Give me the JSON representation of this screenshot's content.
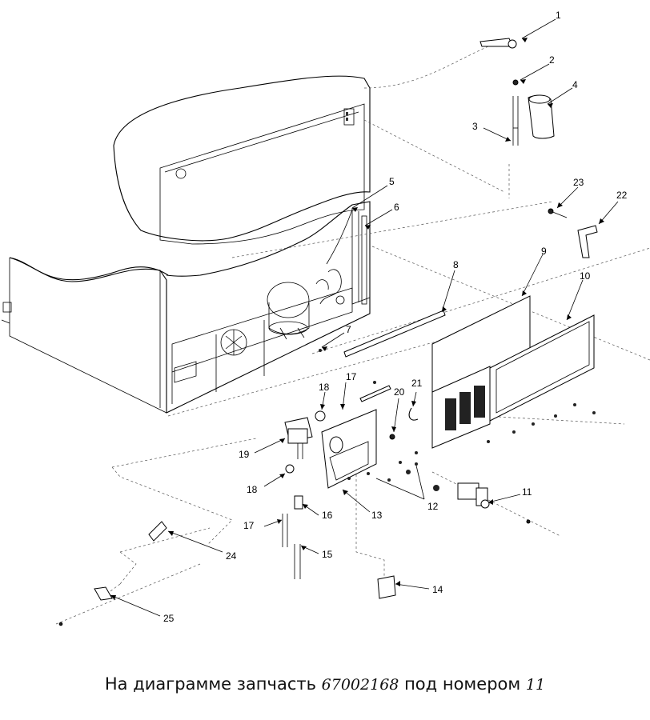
{
  "diagram": {
    "callouts": [
      {
        "id": "c1",
        "label": "1"
      },
      {
        "id": "c2",
        "label": "2"
      },
      {
        "id": "c3",
        "label": "3"
      },
      {
        "id": "c4",
        "label": "4"
      },
      {
        "id": "c5",
        "label": "5"
      },
      {
        "id": "c6",
        "label": "6"
      },
      {
        "id": "c7",
        "label": "7"
      },
      {
        "id": "c8",
        "label": "8"
      },
      {
        "id": "c9",
        "label": "9"
      },
      {
        "id": "c10",
        "label": "10"
      },
      {
        "id": "c11",
        "label": "11"
      },
      {
        "id": "c12",
        "label": "12"
      },
      {
        "id": "c13",
        "label": "13"
      },
      {
        "id": "c14",
        "label": "14"
      },
      {
        "id": "c15",
        "label": "15"
      },
      {
        "id": "c16",
        "label": "16"
      },
      {
        "id": "c17a",
        "label": "17"
      },
      {
        "id": "c17b",
        "label": "17"
      },
      {
        "id": "c18a",
        "label": "18"
      },
      {
        "id": "c18b",
        "label": "18"
      },
      {
        "id": "c19",
        "label": "19"
      },
      {
        "id": "c20",
        "label": "20"
      },
      {
        "id": "c21",
        "label": "21"
      },
      {
        "id": "c22",
        "label": "22"
      },
      {
        "id": "c23",
        "label": "23"
      },
      {
        "id": "c24",
        "label": "24"
      },
      {
        "id": "c25",
        "label": "25"
      }
    ]
  },
  "caption": {
    "prefix": "На диаграмме запчасть",
    "part_number": "67002168",
    "middle": "под номером",
    "callout_number": "11"
  }
}
